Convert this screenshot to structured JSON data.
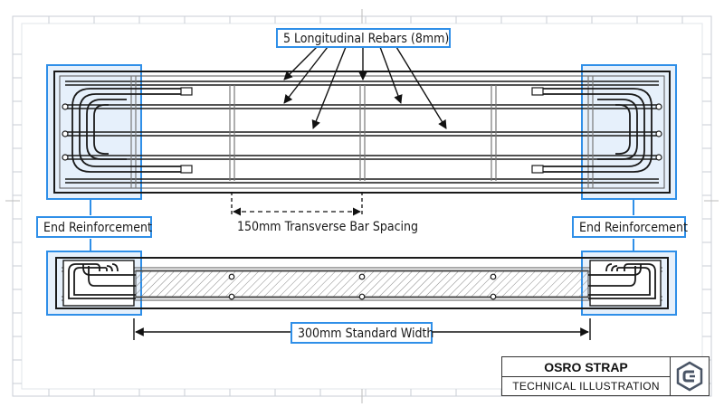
{
  "labels": {
    "rebars": "5 Longitudinal Rebars (8mm)",
    "end_left": "End Reinforcement",
    "end_right": "End Reinforcement",
    "spacing": "150mm Transverse Bar Spacing",
    "width": "300mm Standard Width"
  },
  "title_block": {
    "title": "OSRO STRAP",
    "subtitle": "TECHNICAL ILLUSTRATION",
    "logo_icon": "company-logo-icon"
  },
  "colors": {
    "accent": "#2f8fe8",
    "accent_fill": "#e6f0fb",
    "line": "#1a1a1a",
    "grid": "#d9dde3"
  }
}
